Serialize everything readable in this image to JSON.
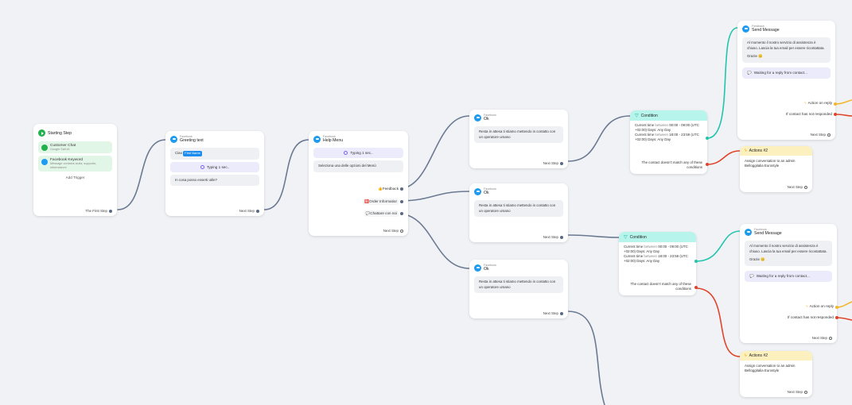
{
  "start": {
    "title": "Starting Step",
    "triggers": [
      {
        "title": "Customer Chat",
        "desc": "Google Sail #1"
      },
      {
        "title": "Facebook Keyword",
        "desc": "Message contains ciuila, supporto, informazioni"
      }
    ],
    "add_trigger": "Add Trigger",
    "footer": "The First Step"
  },
  "greeting": {
    "sub": "Facebook",
    "title": "Greeting text",
    "msg_prefix": "Ciao",
    "pill": "First Name",
    "typing": "Typing 1 sec..",
    "question": "In cosa posso esserti utile?",
    "footer": "Next Step"
  },
  "help": {
    "sub": "Facebook",
    "title": "Help Menu",
    "typing": "Typing 1 sec..",
    "msg": "Seleziona una delle opzioni del Menù",
    "buttons": [
      "👍Feedback",
      "🅱️Order Informatior",
      "💬Chattare con noi"
    ],
    "footer": "Next Step"
  },
  "ok_nodes": [
    {
      "sub": "Facebook",
      "title": "Ok",
      "msg": "Resta in attesa ti stiamo mettendo in contatto con un operatore umano",
      "footer": "Next Step"
    },
    {
      "sub": "Facebook",
      "title": "Ok",
      "msg": "Resta in attesa ti stiamo mettendo in contatto con un operatore umano",
      "footer": "Next Step"
    },
    {
      "sub": "Facebook",
      "title": "Ok",
      "msg": "Resta in attesa ti stiamo mettendo in contatto con un operatore umano",
      "footer": "Next Step"
    }
  ],
  "conditions": [
    {
      "title": "Condition",
      "lines": [
        {
          "a": "Current time",
          "b": "between",
          "c": "00:00 - 09:00 (UTC +02:00) Days: Any Day"
        },
        {
          "a": "Current time",
          "b": "between",
          "c": "18:00 - 23:59 (UTC +02:00) Days: Any Day"
        }
      ],
      "else": "The contact doesn't match any of these conditions"
    },
    {
      "title": "Condition",
      "lines": [
        {
          "a": "Current time",
          "b": "between",
          "c": "00:00 - 09:00 (UTC +02:00) Days: Any Day"
        },
        {
          "a": "Current time",
          "b": "between",
          "c": "18:00 - 23:59 (UTC +02:00) Days: Any Day"
        }
      ],
      "else": "The contact doesn't match any of these conditions"
    }
  ],
  "send_nodes": [
    {
      "sub": "Feedback",
      "title": "Send Message",
      "msg": "Al momento il nostro servizio di assistenza è chiuso. Lascia la tua email per essere ricontattata.",
      "thanks": "Grazie 😊",
      "wait": "Waiting for a reply from contact...",
      "on_reply": "Action on reply",
      "no_reply": "If contact has not responded",
      "footer": "Next Step"
    },
    {
      "sub": "Facebook",
      "title": "Send Message",
      "msg": "Al momento il nostro servizio di assistenza è chiuso. Lascia la tua email per essere ricontattata.",
      "thanks": "Grazie 😊",
      "wait": "Waiting for a reply from contact...",
      "on_reply": "Action on reply",
      "no_reply": "If contact has not responded",
      "footer": "Next Step"
    }
  ],
  "actions": [
    {
      "title": "Actions #2",
      "line1": "Assign conversation to an admin",
      "line2": "Belloggitalia Eurostyle",
      "footer": "Next Step"
    },
    {
      "title": "Actions #2",
      "line1": "Assign conversation to an admin",
      "line2": "Belloggitalia Eurostyle",
      "footer": "Next Step"
    }
  ],
  "colors": {
    "edge": "#6b7a92",
    "teal": "#22c4ad",
    "red": "#e0452c",
    "orange": "#f2b730",
    "fb": "#1d9bf0"
  }
}
